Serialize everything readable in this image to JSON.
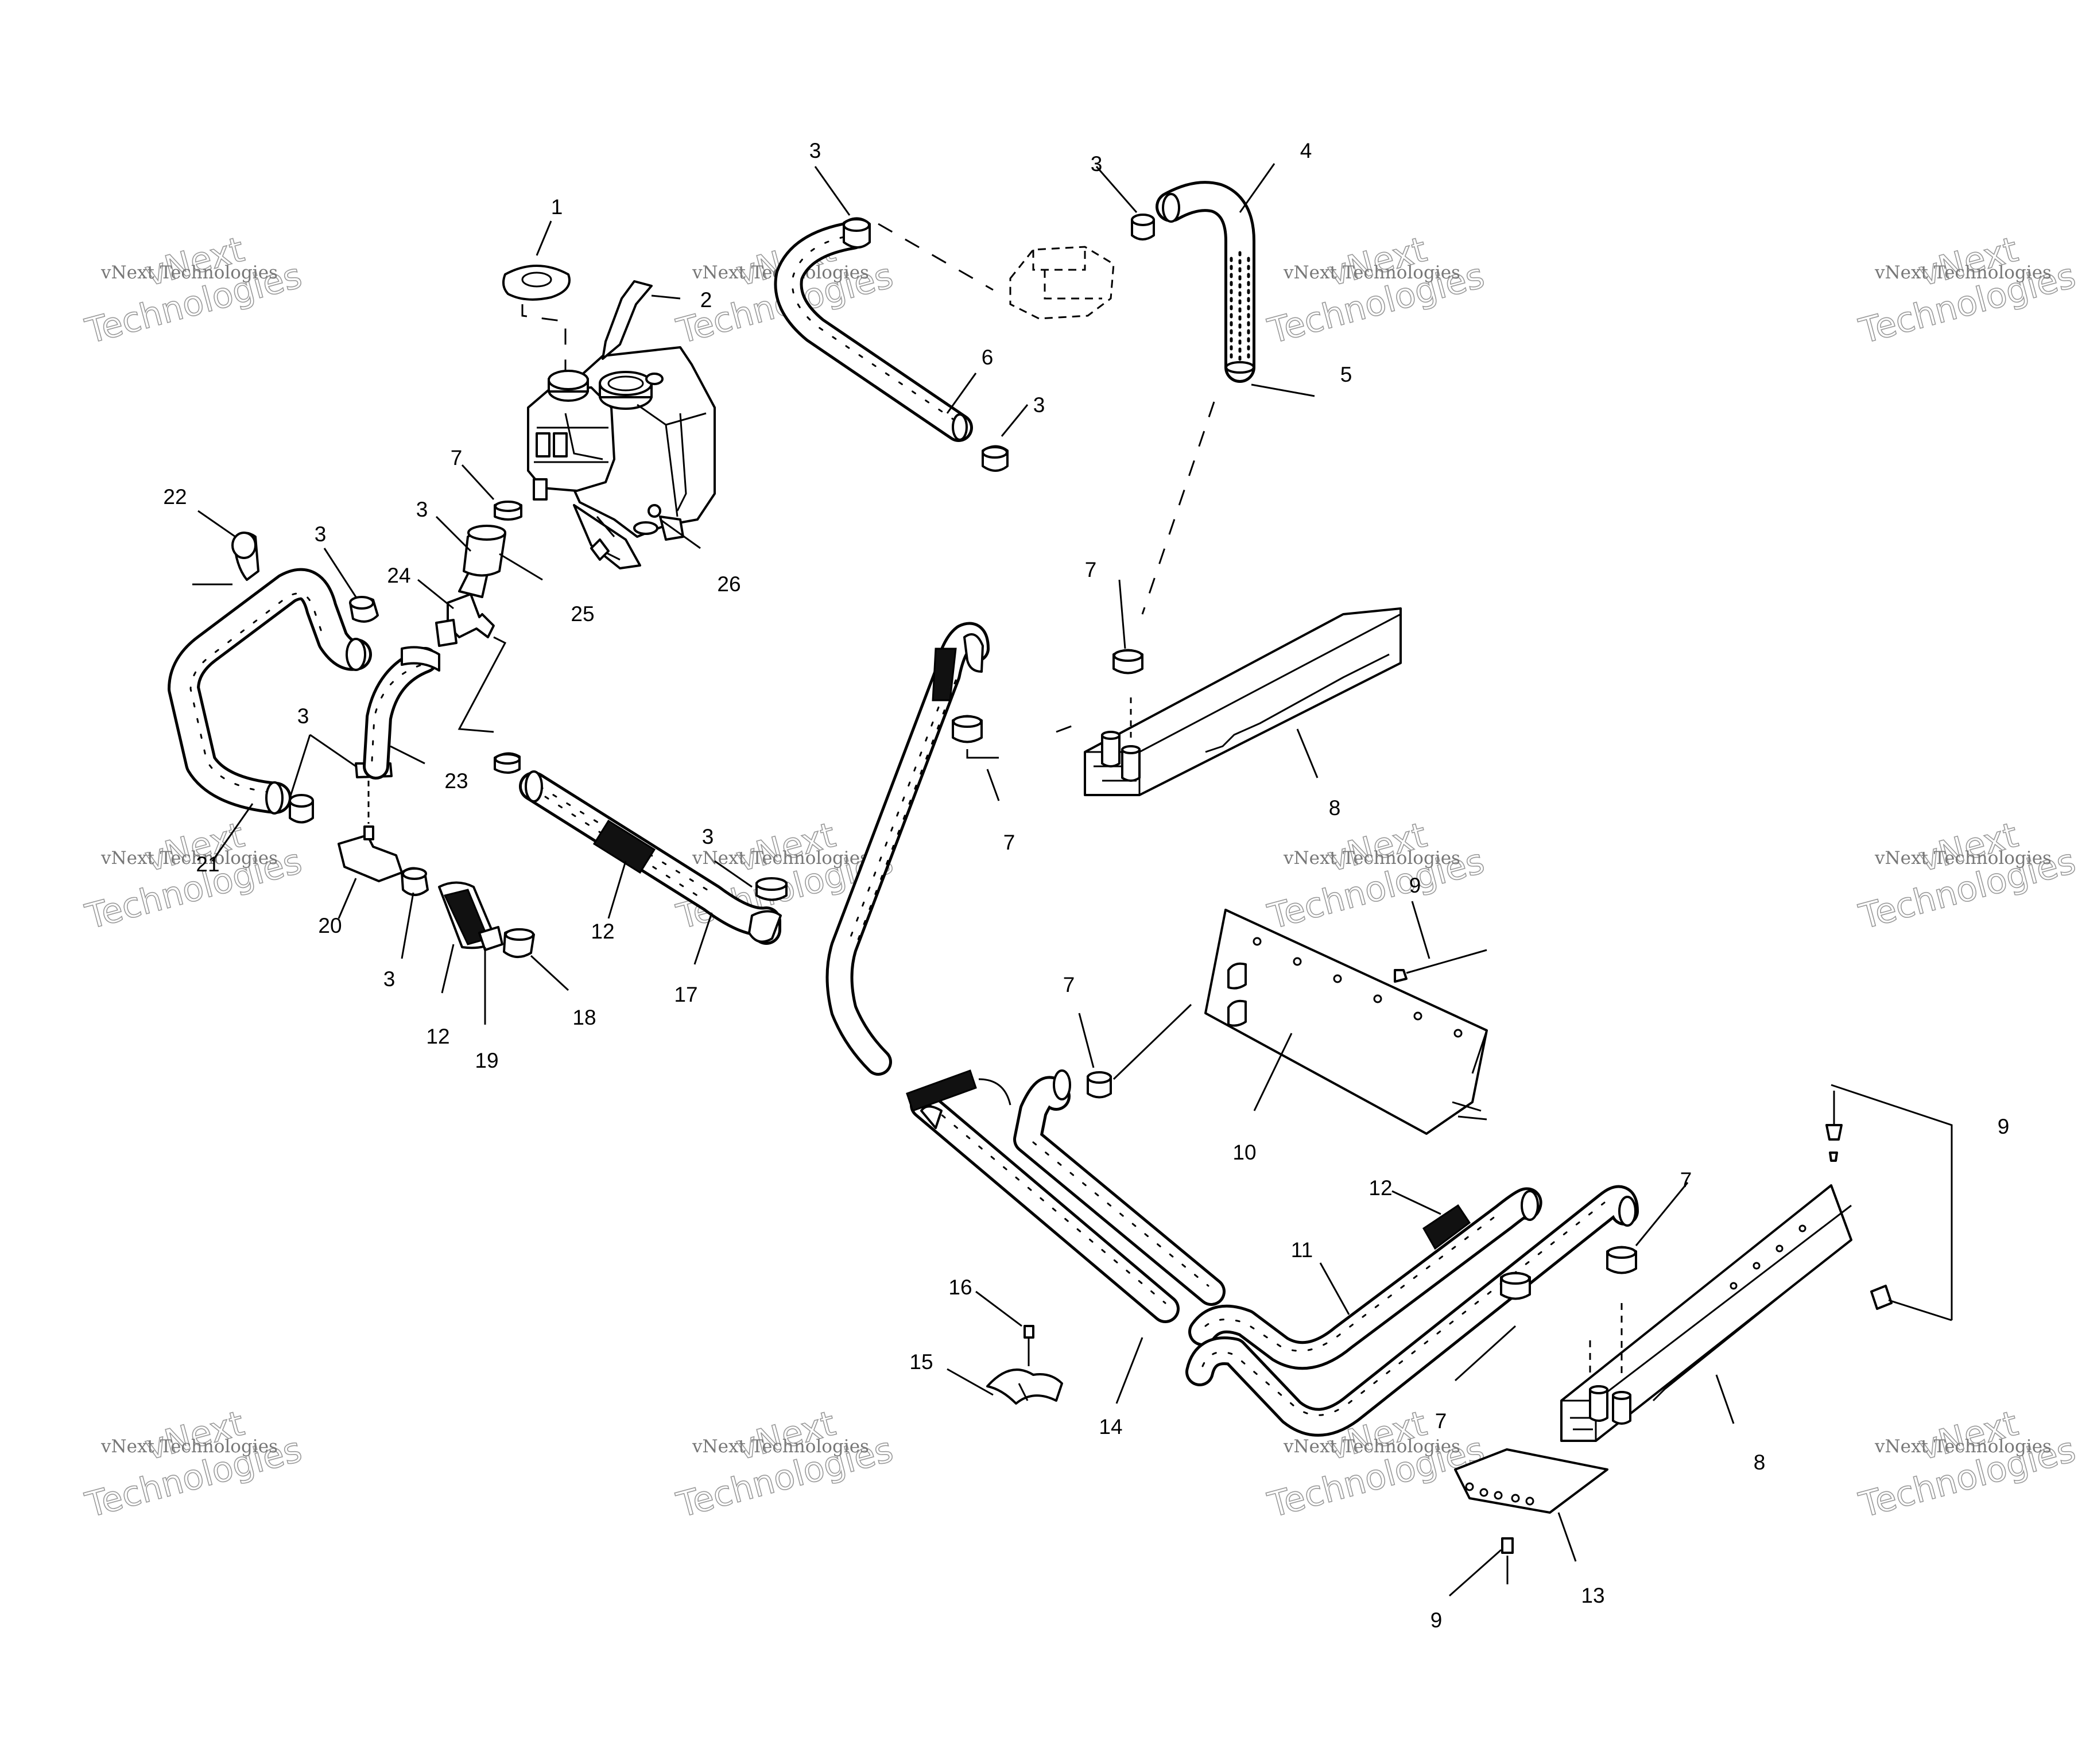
{
  "watermark": {
    "brand_line": "vNext Technologies",
    "big_line_1": "vNext",
    "big_line_2": "Technologies"
  },
  "callouts": [
    "1",
    "2",
    "3",
    "3",
    "3",
    "3",
    "3",
    "3",
    "3",
    "3",
    "3",
    "4",
    "5",
    "6",
    "7",
    "7",
    "7",
    "7",
    "7",
    "7",
    "8",
    "8",
    "9",
    "9",
    "9",
    "10",
    "11",
    "12",
    "12",
    "12",
    "13",
    "14",
    "15",
    "16",
    "17",
    "18",
    "19",
    "20",
    "21",
    "22",
    "23",
    "24",
    "25",
    "26"
  ]
}
